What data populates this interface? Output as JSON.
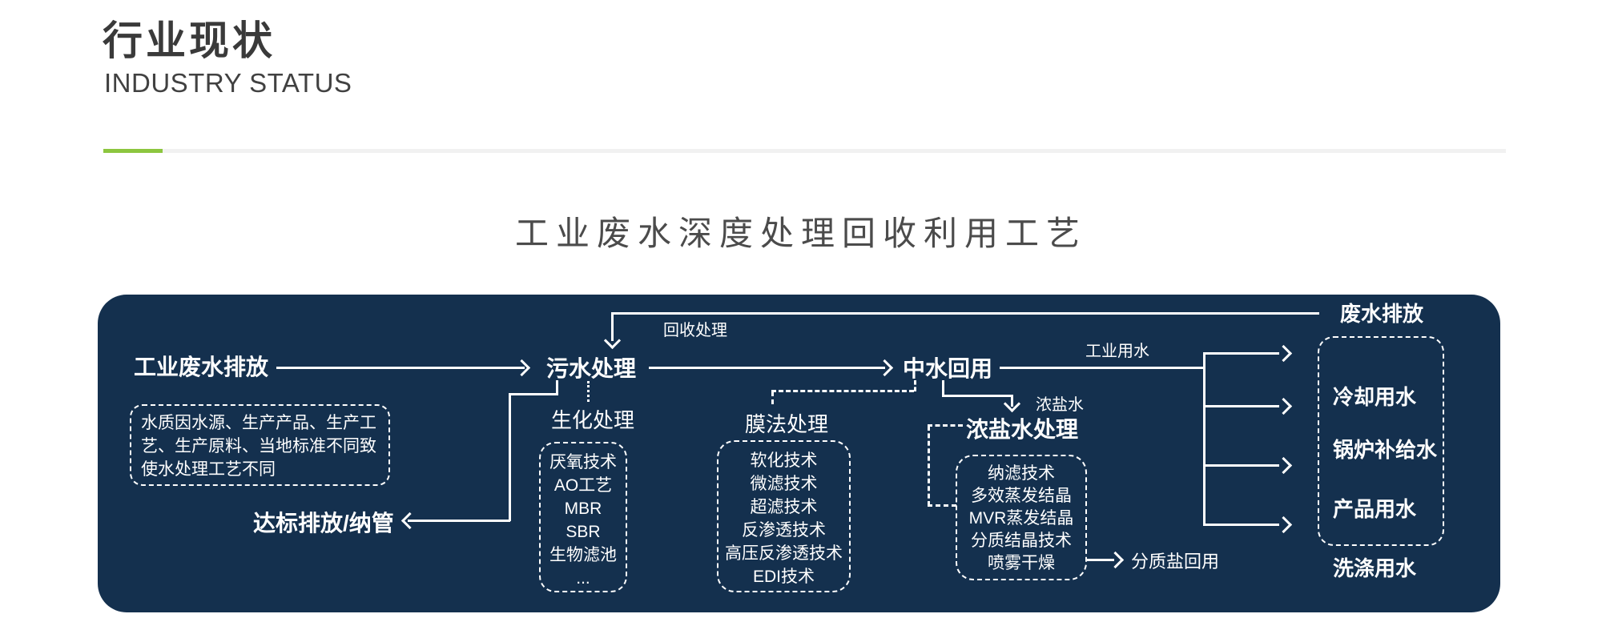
{
  "header": {
    "title": "行业现状",
    "subtitle": "INDUSTRY STATUS"
  },
  "colors": {
    "accent_green": "#8dc63f",
    "panel_navy": "#14304e",
    "line_white": "#ffffff",
    "title_gray": "#4b4b4b"
  },
  "diagram": {
    "title": "工业废水深度处理回收利用工艺",
    "nodes": {
      "industrial_discharge": "工业废水排放",
      "sewage_treatment": "污水处理",
      "reclaimed_reuse": "中水回用",
      "wastewater_discharge": "废水排放",
      "brine_treatment": "浓盐水处理",
      "compliant_discharge": "达标排放/纳管"
    },
    "edge_labels": {
      "recycle_treatment": "回收处理",
      "industrial_water": "工业用水",
      "concentrated_brine": "浓盐水",
      "salt_reuse": "分质盐回用"
    },
    "note_box": {
      "text": "水质因水源、生产产品、生产工艺、生产原料、当地标准不同致使水处理工艺不同"
    },
    "bio_section": {
      "label": "生化处理",
      "items": [
        "厌氧技术",
        "AO工艺",
        "MBR",
        "SBR",
        "生物滤池",
        "..."
      ]
    },
    "membrane_section": {
      "label": "膜法处理",
      "items": [
        "软化技术",
        "微滤技术",
        "超滤技术",
        "反渗透技术",
        "高压反渗透技术",
        "EDI技术"
      ]
    },
    "brine_section": {
      "items": [
        "纳滤技术",
        "多效蒸发结晶",
        "MVR蒸发结晶",
        "分质结晶技术",
        "喷雾干燥"
      ]
    },
    "usage_box": {
      "items": [
        "冷却用水",
        "锅炉补给水",
        "产品用水",
        "洗涤用水"
      ]
    }
  }
}
